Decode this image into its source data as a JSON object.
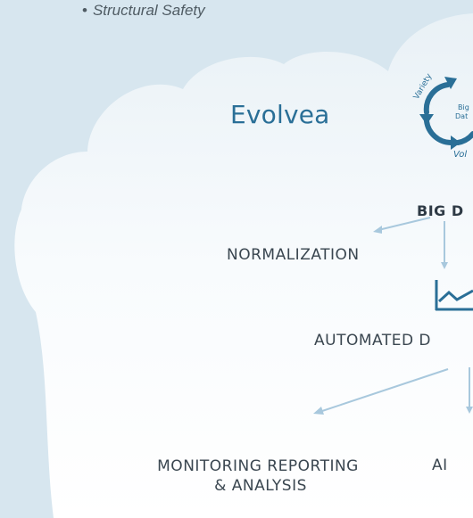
{
  "header": {
    "bullet_text": "Structural Safety"
  },
  "brand": {
    "name": "Evolvea"
  },
  "cycle_icon": {
    "labels": [
      "Variety",
      "Big",
      "Dat",
      "Vol"
    ]
  },
  "diagram": {
    "big_data_title": "BIG D",
    "normalization_label": "NORMALIZATION",
    "automated_label": "AUTOMATED D",
    "monitoring_line1": "MONITORING REPORTING",
    "monitoring_line2": "& ANALYSIS",
    "ap_label": "AI"
  },
  "colors": {
    "background": "#d7e6ef",
    "cloud": "#ffffff",
    "brand_blue": "#2a6f97",
    "arrow_blue": "#a8c8dd",
    "text_dark": "#3a4650"
  }
}
